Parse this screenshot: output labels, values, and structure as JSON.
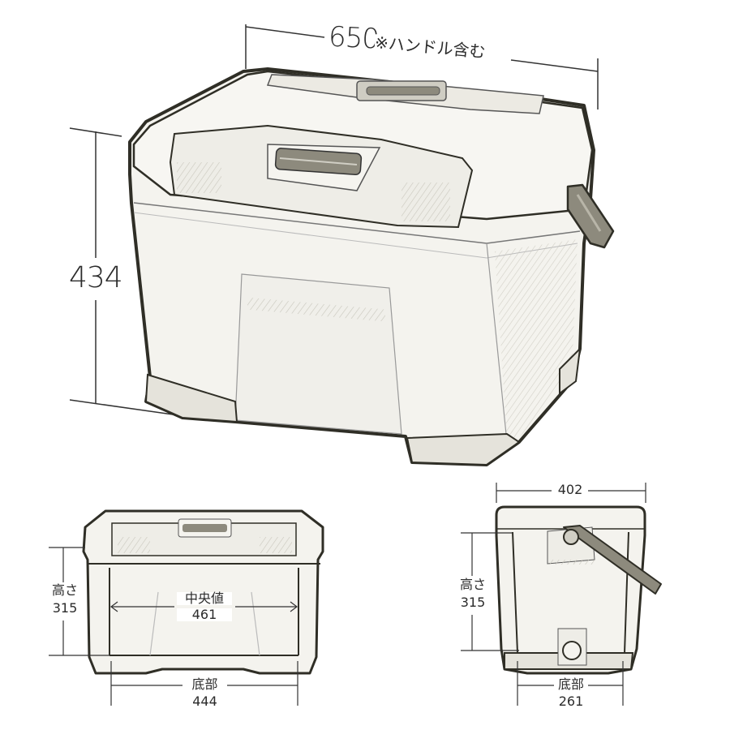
{
  "colors": {
    "outline": "#2f2e26",
    "body_fill": "#f4f3ee",
    "shade": "#d8d6cc",
    "handle": "#8d8a7d",
    "dimension_line": "#333333"
  },
  "main_view": {
    "width_value": "650",
    "width_note": "※ハンドル含む",
    "height_value": "434"
  },
  "front_view": {
    "height_label": "高さ",
    "height_value": "315",
    "middle_label": "中央値",
    "middle_value": "461",
    "bottom_label": "底部",
    "bottom_value": "444"
  },
  "side_view": {
    "top_value": "402",
    "height_label": "高さ",
    "height_value": "315",
    "bottom_label": "底部",
    "bottom_value": "261"
  }
}
